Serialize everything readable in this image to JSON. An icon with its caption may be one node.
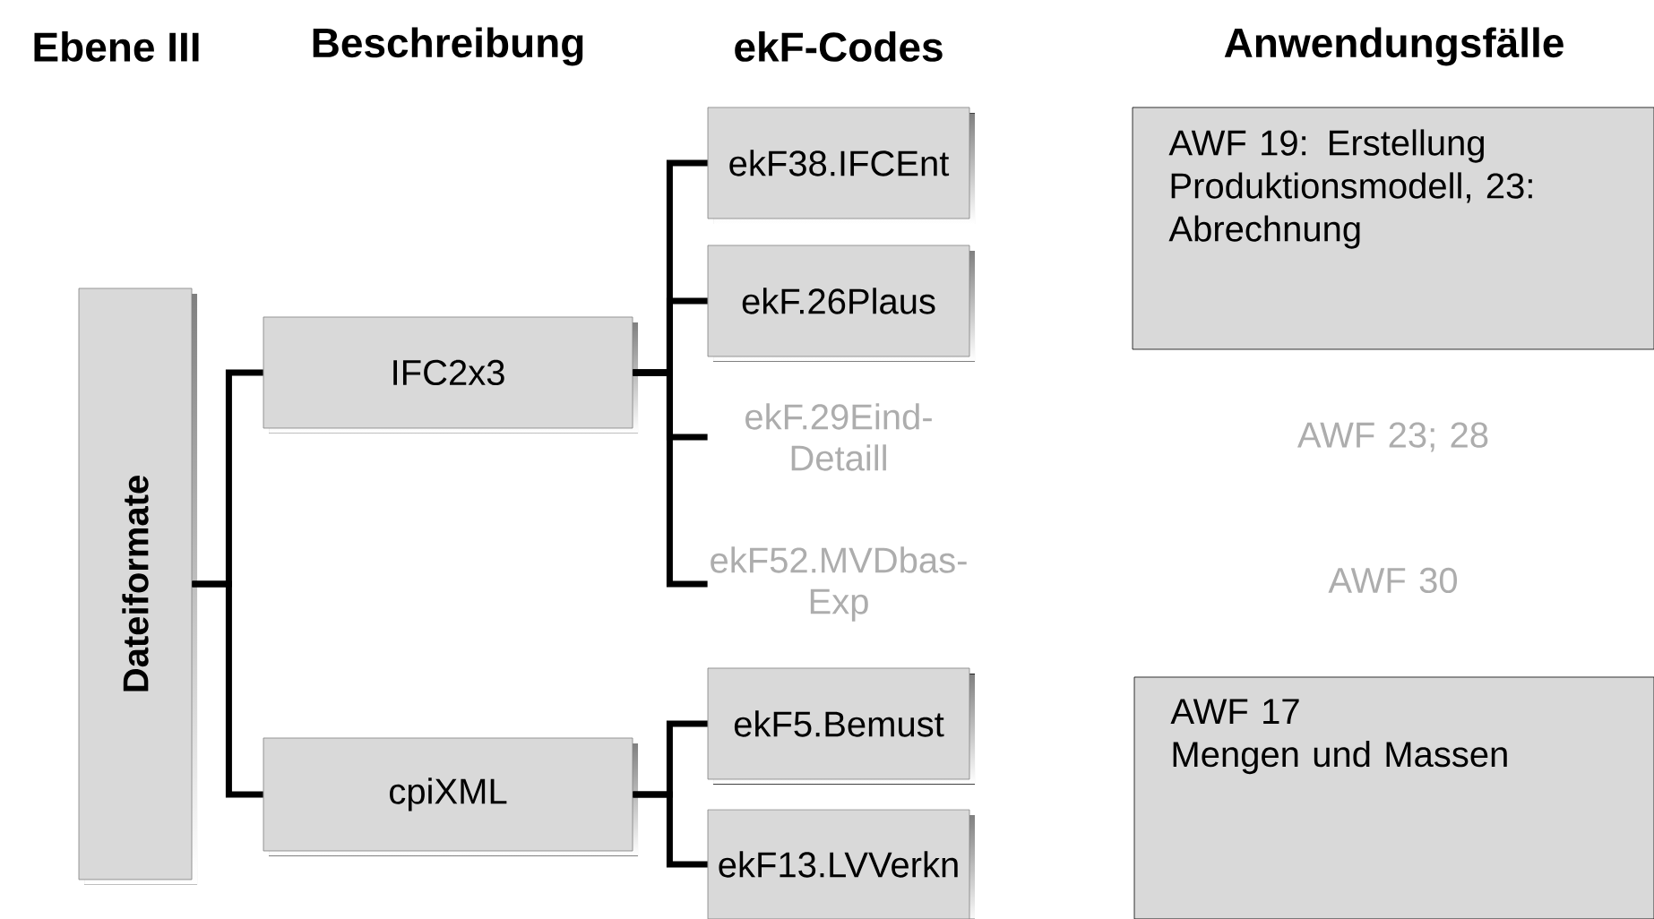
{
  "diagram": {
    "nodes": [
      {
        "text": [
          "Dateiformate"
        ]
      },
      {
        "text": [
          "IFC2x3"
        ]
      },
      {
        "text": [
          "cpiXML"
        ]
      },
      {
        "text": [
          "ekF38.IFCEnt"
        ]
      },
      {
        "text": [
          "ekF.26Plaus"
        ]
      },
      {
        "text": [
          "ekF.29Eind- Detaill"
        ]
      },
      {
        "text": [
          "ekF52.MVDbas- Exp"
        ]
      },
      {
        "text": [
          "ekF5.Bemust"
        ]
      },
      {
        "text": [
          "ekF13.LVVerkn"
        ]
      },
      {
        "text": [
          "AWF 19: Erstellung Produktionsmodell, 23: Abrechnung"
        ]
      },
      {
        "text": [
          "AWF 23; 28"
        ]
      },
      {
        "text": [
          "AWF 30"
        ]
      },
      {
        "text": [
          "AWF 17",
          "Mengen und Massen"
        ]
      }
    ],
    "edges": [
      {
        "from": 0,
        "to": 1,
        "arrow": "none"
      },
      {
        "from": 0,
        "to": 2,
        "arrow": "none"
      },
      {
        "from": 1,
        "to": 3,
        "arrow": "none"
      },
      {
        "from": 1,
        "to": 4,
        "arrow": "none"
      },
      {
        "from": 1,
        "to": 5,
        "arrow": "none"
      },
      {
        "from": 1,
        "to": 6,
        "arrow": "none"
      },
      {
        "from": 2,
        "to": 7,
        "arrow": "none"
      },
      {
        "from": 2,
        "to": 8,
        "arrow": "none"
      }
    ],
    "labels": [
      "Ebene III",
      "Beschreibung",
      "ekF-Codes",
      "Anwendungsfälle"
    ]
  }
}
